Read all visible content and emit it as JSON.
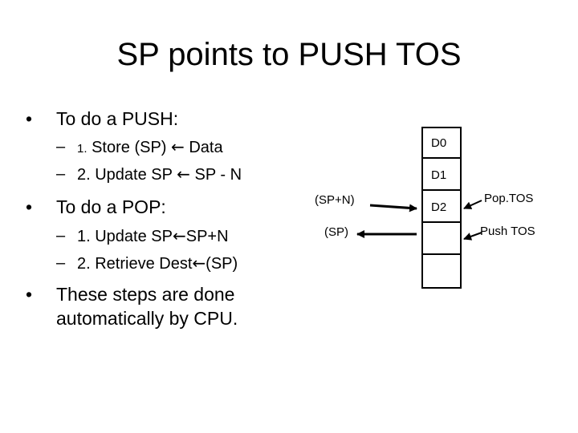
{
  "title": "SP points to PUSH TOS",
  "push": {
    "heading": "To do a PUSH:",
    "step1_num": "1.",
    "step1_text": "Store (SP)",
    "step1_rhs": "Data",
    "step2_text": "2. Update SP",
    "step2_rhs": "SP - N"
  },
  "pop": {
    "heading": "To do a POP:",
    "step1_text": "1. Update SP",
    "step1_rhs": "SP+N",
    "step2_text": "2. Retrieve Dest",
    "step2_rhs": "(SP)"
  },
  "note": {
    "line1": "These steps are done",
    "line2": "automatically by CPU."
  },
  "stack": {
    "cells": [
      "D0",
      "D1",
      "D2",
      "",
      ""
    ]
  },
  "pointers": {
    "sp_plus_n": "(SP+N)",
    "sp": "(SP)",
    "pop_tos": "Pop.TOS",
    "push_tos": "Push TOS"
  },
  "icons": {
    "bullet": "•",
    "dash": "–",
    "left_arrow": "🡐"
  }
}
